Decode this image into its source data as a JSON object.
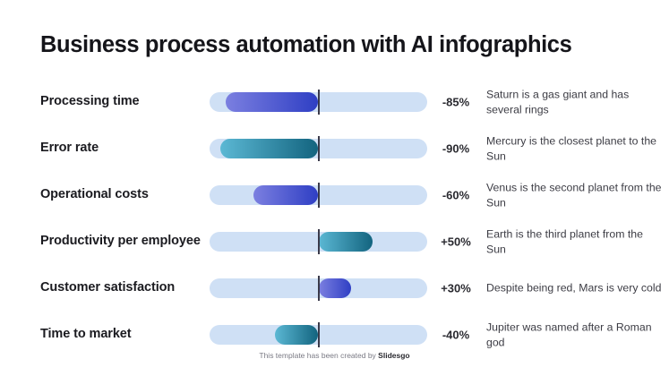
{
  "title": "Business process automation with AI infographics",
  "footer": {
    "text": "This template has been created by ",
    "brand": "Slidesgo"
  },
  "colors": {
    "track": "#cfe0f5",
    "divider": "#3a3a4a",
    "purple_from": "#7b7fe0",
    "purple_to": "#2f3fc4",
    "teal_from": "#5bb8d4",
    "teal_to": "#13647f",
    "title": "#15151a",
    "label": "#1b1b20",
    "description": "#3c3c44"
  },
  "chart_data": {
    "type": "bar",
    "title": "Business process automation with AI infographics",
    "xlabel": "",
    "ylabel": "",
    "orientation": "horizontal-diverging",
    "axis_center": 0,
    "xlim": [
      -100,
      100
    ],
    "grid": false,
    "legend": false,
    "categories": [
      "Processing time",
      "Error rate",
      "Operational costs",
      "Productivity per employee",
      "Customer satisfaction",
      "Time to market"
    ],
    "values": [
      -85,
      -90,
      -60,
      50,
      30,
      -40
    ],
    "labels": [
      "-85%",
      "-90%",
      "-60%",
      "+50%",
      "+30%",
      "-40%"
    ]
  },
  "rows": [
    {
      "label": "Processing time",
      "pct": "-85%",
      "value": -85,
      "direction": "left",
      "scheme": "purple",
      "description": "Saturn is a gas giant and has several rings"
    },
    {
      "label": "Error rate",
      "pct": "-90%",
      "value": -90,
      "direction": "left",
      "scheme": "teal",
      "description": "Mercury is the closest planet to the Sun"
    },
    {
      "label": "Operational costs",
      "pct": "-60%",
      "value": -60,
      "direction": "left",
      "scheme": "purple",
      "description": "Venus is the second planet from the Sun"
    },
    {
      "label": "Productivity per employee",
      "pct": "+50%",
      "value": 50,
      "direction": "right",
      "scheme": "teal",
      "description": "Earth is the third planet from the Sun"
    },
    {
      "label": "Customer satisfaction",
      "pct": "+30%",
      "value": 30,
      "direction": "right",
      "scheme": "purple",
      "description": "Despite being red, Mars is very cold"
    },
    {
      "label": "Time to market",
      "pct": "-40%",
      "value": -40,
      "direction": "left",
      "scheme": "teal",
      "description": "Jupiter was named after a Roman god"
    }
  ]
}
